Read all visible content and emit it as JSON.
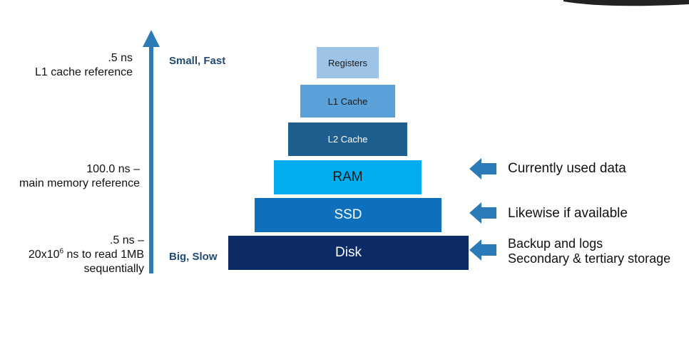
{
  "latency": {
    "top": {
      "line1": ".5 ns",
      "line2": "L1 cache reference"
    },
    "middle": {
      "line1": "100.0 ns –",
      "line2": "main memory reference"
    },
    "bottom": {
      "line1": ".5 ns –",
      "line2_prefix": "20x10",
      "line2_sup": "6",
      "line2_suffix": " ns to read 1MB",
      "line3": "sequentially"
    }
  },
  "speed_labels": {
    "top": "Small, Fast",
    "bottom": "Big, Slow"
  },
  "tiers": [
    {
      "label": "Registers",
      "color": "#9dc3e6"
    },
    {
      "label": "L1 Cache",
      "color": "#5aa1d9"
    },
    {
      "label": "L2 Cache",
      "color": "#1e5f8f"
    },
    {
      "label": "RAM",
      "color": "#00aeef"
    },
    {
      "label": "SSD",
      "color": "#0e6fbd"
    },
    {
      "label": "Disk",
      "color": "#0d2b66"
    }
  ],
  "notes": {
    "ram": "Currently used data",
    "ssd": "Likewise if available",
    "disk_line1": "Backup and logs",
    "disk_line2": "Secondary & tertiary storage"
  },
  "colors": {
    "arrow_axis": "#2b7bb9",
    "note_arrow": "#2b7bb9",
    "speed_text": "#234a72"
  }
}
